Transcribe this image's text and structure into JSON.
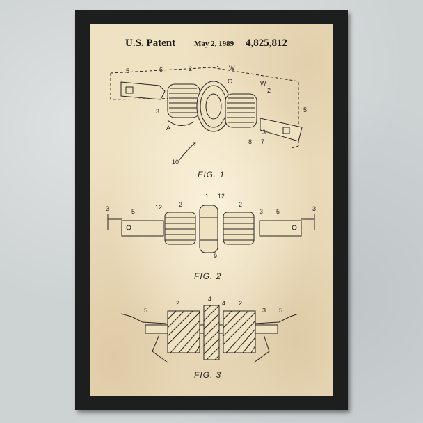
{
  "header": {
    "patent_label": "U.S. Patent",
    "date": "May 2, 1989",
    "number": "4,825,812"
  },
  "figures": {
    "fig1": "FIG. 1",
    "fig2": "FIG. 2",
    "fig3": "FIG. 3"
  },
  "refs": {
    "fig1": [
      "5",
      "6",
      "2",
      "1",
      "W",
      "C",
      "W",
      "2",
      "3",
      "A",
      "5",
      "8",
      "3",
      "7",
      "10"
    ],
    "fig2": [
      "3",
      "5",
      "12",
      "2",
      "1",
      "12",
      "2",
      "3",
      "5",
      "3",
      "9"
    ],
    "fig3": [
      "5",
      "2",
      "4",
      "2",
      "3",
      "5"
    ]
  }
}
